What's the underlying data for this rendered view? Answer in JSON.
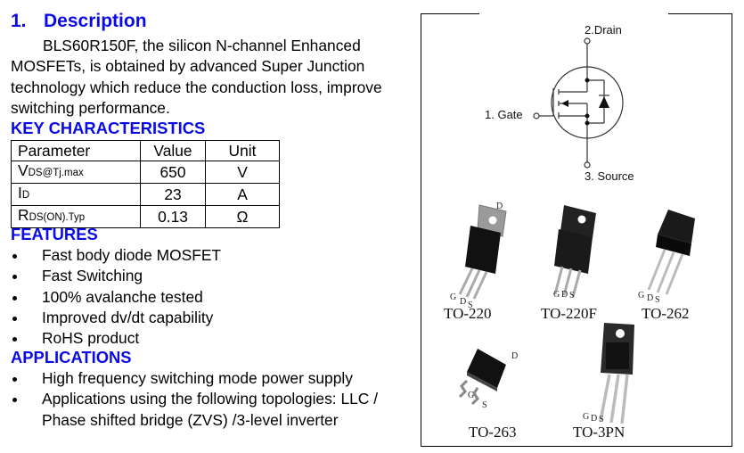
{
  "description": {
    "number": "1.",
    "title": "Description",
    "paragraph": "BLS60R150F, the silicon N-channel Enhanced MOSFETs, is obtained by advanced Super Junction technology which reduce the conduction loss, improve switching performance."
  },
  "key_characteristics": {
    "title": "KEY CHARACTERISTICS",
    "headers": [
      "Parameter",
      "Value",
      "Unit"
    ],
    "rows": [
      {
        "param_main": "V",
        "param_sub": "DS@Tj.max",
        "value": "650",
        "unit": "V"
      },
      {
        "param_main": "I",
        "param_sub": "D",
        "value": "23",
        "unit": "A"
      },
      {
        "param_main": "R",
        "param_sub": "DS(ON).Typ",
        "value": "0.13",
        "unit": "Ω"
      }
    ]
  },
  "features": {
    "title": "FEATURES",
    "items": [
      "Fast body diode MOSFET",
      "Fast Switching",
      "100% avalanche tested",
      "Improved dv/dt capability",
      "RoHS product"
    ]
  },
  "applications": {
    "title": "APPLICATIONS",
    "items": [
      "High frequency switching mode power supply",
      "Applications using the following topologies: LLC / Phase shifted bridge (ZVS) /3-level inverter"
    ]
  },
  "schematic": {
    "drain_label": "2.Drain",
    "gate_label": "1. Gate",
    "source_label": "3. Source"
  },
  "packages": [
    {
      "name": "TO-220",
      "pins": [
        "G",
        "D",
        "S"
      ],
      "tab_label": "D"
    },
    {
      "name": "TO-220F",
      "pins": [
        "G",
        "D",
        "S"
      ]
    },
    {
      "name": "TO-262",
      "pins": [
        "G",
        "D",
        "S"
      ]
    },
    {
      "name": "TO-263",
      "pins": [
        "G",
        "S"
      ],
      "tab_label": "D"
    },
    {
      "name": "TO-3PN",
      "pins": [
        "G",
        "D",
        "S"
      ]
    }
  ],
  "colors": {
    "heading": "#0a0ae6",
    "text": "#000000"
  }
}
